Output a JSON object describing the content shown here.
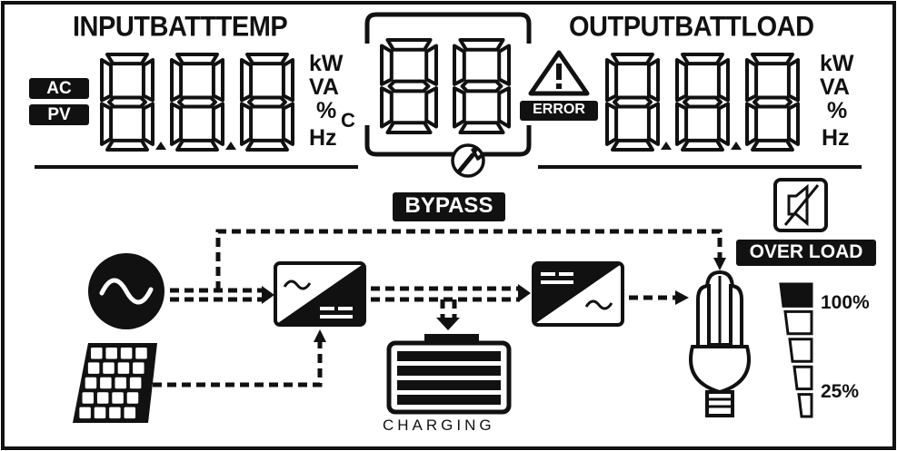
{
  "labels": {
    "input_group": "INPUTBATTTEMP",
    "output_group": "OUTPUTBATTLOAD",
    "ac": "AC",
    "pv": "PV",
    "error": "ERROR",
    "bypass": "BYPASS",
    "overload": "OVER LOAD",
    "charging": "CHARGING",
    "load_100": "100%",
    "load_25": "25%"
  },
  "units_left": [
    "kW",
    "VA",
    "%",
    "Hz"
  ],
  "units_left_celsius": "C",
  "units_right": [
    "kW",
    "VA",
    "%",
    "Hz"
  ],
  "icons": {
    "ac_source": "ac-sine-icon",
    "solar_panel": "solar-panel-icon",
    "inverter_in": "inverter-icon",
    "inverter_out": "inverter-icon",
    "battery": "battery-icon",
    "bulb": "bulb-icon",
    "warning": "warning-icon",
    "wrench": "wrench-icon",
    "mute": "speaker-mute-icon"
  },
  "colors": {
    "ink": "#111111",
    "background": "#ffffff"
  },
  "battery_level_bars": 4,
  "load_level_bars": 5
}
